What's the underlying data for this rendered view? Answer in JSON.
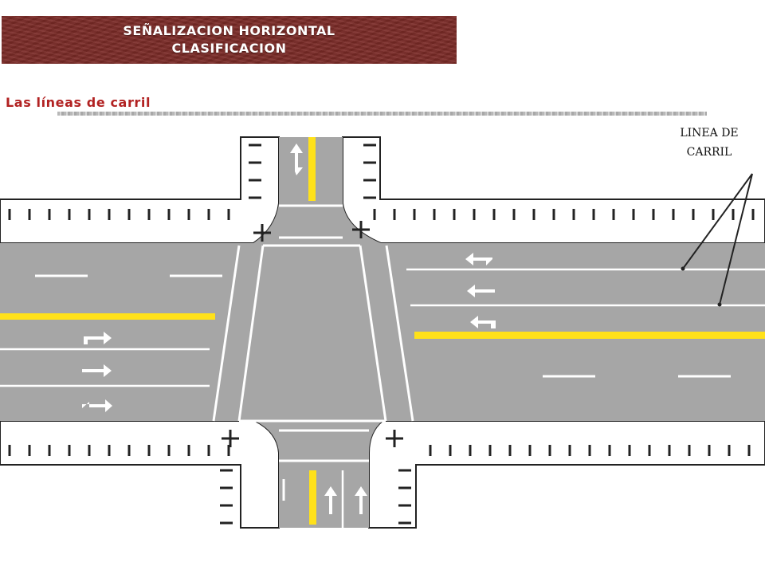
{
  "header": {
    "title_line1": "SEÑALIZACION HORIZONTAL",
    "title_line2": "CLASIFICACION"
  },
  "section": {
    "subtitle": "Las líneas de carril"
  },
  "diagram": {
    "callout_line1": "LINEA DE",
    "callout_line2": "CARRIL"
  },
  "colors": {
    "banner": "#7a2a26",
    "subtitle": "#b22222",
    "road": "#a6a6a6",
    "yellow": "#ffe11a",
    "marking": "#ffffff"
  }
}
